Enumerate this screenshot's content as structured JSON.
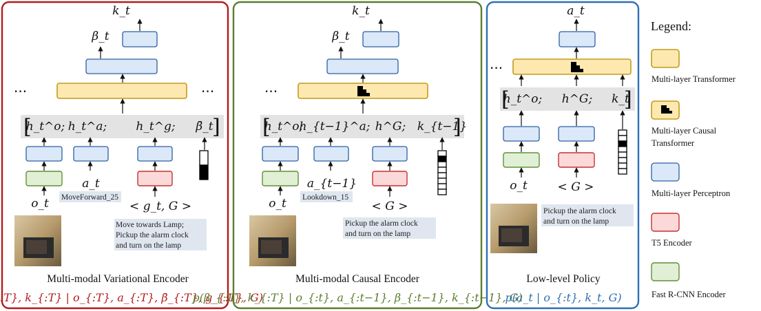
{
  "colors": {
    "variational": "#b31b1b",
    "causal": "#5a7d2e",
    "policy": "#2e6fb5",
    "transformer": "#fde8b0",
    "mlp": "#dae8f8",
    "t5": "#fcd9d9",
    "rcnn": "#e1f0d4"
  },
  "panels": {
    "variational": {
      "output": "k_t",
      "beta": "β_t",
      "tokens": [
        "h_t^o;",
        "h_t^a;",
        "h_t^g;",
        "β̄_t"
      ],
      "o_label": "o_t",
      "a_label": "a_t",
      "a_sample": "MoveForward_25",
      "g_label": "< g_t, G >",
      "g_sample_1": "Move towards Lamp;",
      "g_sample_2": "Pickup the alarm clock",
      "g_sample_3": "and turn on the lamp",
      "title": "Multi-modal Variational Encoder",
      "formula": "q(β_{:T}, k_{:T} | o_{:T}, a_{:T}, β̄_{:T}, g_{:T}, G)"
    },
    "causal": {
      "output": "k_t",
      "beta": "β_t",
      "tokens": [
        "h_t^o;",
        "h_{t−1}^a;",
        "h^G;",
        "k_{t−1}"
      ],
      "o_label": "o_t",
      "a_label": "a_{t−1}",
      "a_sample": "Lookdown_15",
      "g_label": "< G >",
      "g_sample_1": "Pickup the alarm clock",
      "g_sample_2": "and turn on the lamp",
      "title": "Multi-modal Causal Encoder",
      "formula": "p(β_{:T}, k_{:T} | o_{:t}, a_{:t−1}, β_{:t−1}, k_{:t−1}, G)"
    },
    "policy": {
      "output": "a_t",
      "tokens": [
        "h_t^o;",
        "h^G;",
        "k_t"
      ],
      "o_label": "o_t",
      "g_label": "< G >",
      "g_sample_1": "Pickup the alarm clock",
      "g_sample_2": "and turn on the lamp",
      "title": "Low-level Policy",
      "formula": "p(a_t | o_{:t}, k_t, G)"
    }
  },
  "legend": {
    "title": "Legend:",
    "items": [
      {
        "label": "Multi-layer Transformer"
      },
      {
        "label": "Multi-layer Causal",
        "label2": "Transformer"
      },
      {
        "label": "Multi-layer Perceptron"
      },
      {
        "label": "T5 Encoder"
      },
      {
        "label": "Fast R-CNN Encoder"
      }
    ]
  },
  "ellipsis": "···"
}
